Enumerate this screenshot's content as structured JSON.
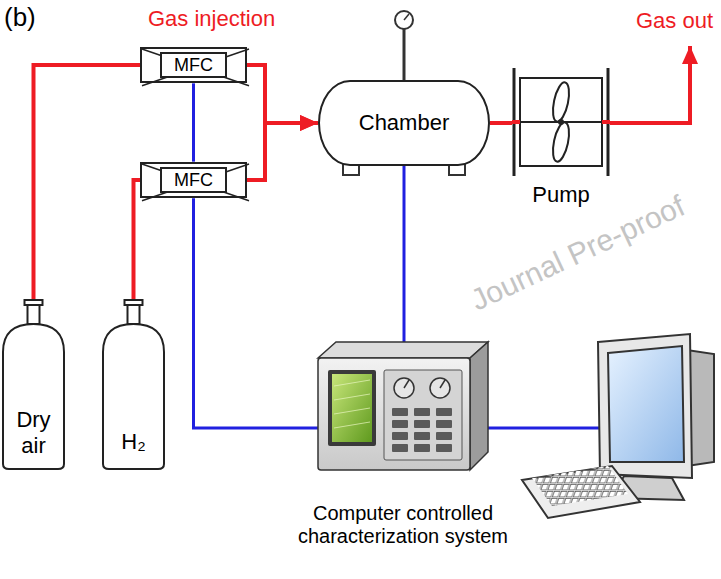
{
  "diagram": {
    "nodes": [
      {
        "text": [
          "MFC"
        ]
      },
      {
        "text": [
          "MFC"
        ]
      },
      {
        "text": [
          "Chamber"
        ]
      },
      {
        "text": [
          "Pump"
        ]
      },
      {
        "text": [
          "Dry air"
        ]
      },
      {
        "text": [
          "H₂"
        ]
      },
      {
        "text": [
          "Computer controlled characterization system"
        ]
      }
    ],
    "edges": [
      {
        "from": 4,
        "to": 0,
        "arrow": "none"
      },
      {
        "from": 5,
        "to": 1,
        "arrow": "none"
      },
      {
        "from": 0,
        "to": 2,
        "arrow": "to"
      },
      {
        "from": 1,
        "to": 2,
        "arrow": "to"
      },
      {
        "from": 2,
        "to": 3,
        "arrow": "none"
      },
      {
        "from": 0,
        "to": 1,
        "arrow": "none"
      },
      {
        "from": 1,
        "to": 6,
        "arrow": "none"
      },
      {
        "from": 2,
        "to": 6,
        "arrow": "none"
      }
    ],
    "labels": [
      "(b)",
      "Gas injection",
      "Gas out",
      "Journal Pre-proof"
    ]
  }
}
